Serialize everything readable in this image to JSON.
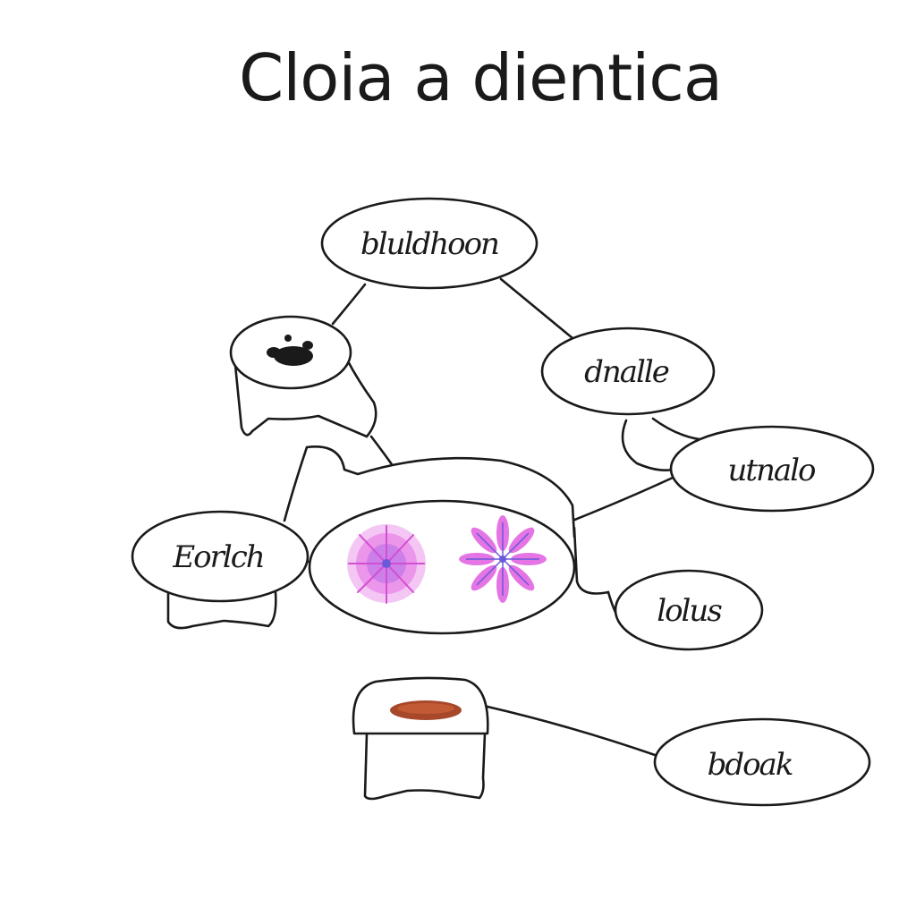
{
  "diagram": {
    "title": "Cloia a dientica",
    "nodes": [
      {
        "id": "top",
        "label": "bluldhoon"
      },
      {
        "id": "right-upper",
        "label": "dnalle"
      },
      {
        "id": "right-middle",
        "label": "utnalo"
      },
      {
        "id": "left",
        "label": "Eorlch"
      },
      {
        "id": "right-lower",
        "label": "lolus"
      },
      {
        "id": "bottom",
        "label": "bdoak"
      }
    ],
    "colors": {
      "ink": "#1a1a1a",
      "flower_pink": "#e05ce0",
      "flower_violet": "#b86ee8",
      "flower_center": "#6a5ad8",
      "sample_brown": "#a8482a"
    }
  }
}
